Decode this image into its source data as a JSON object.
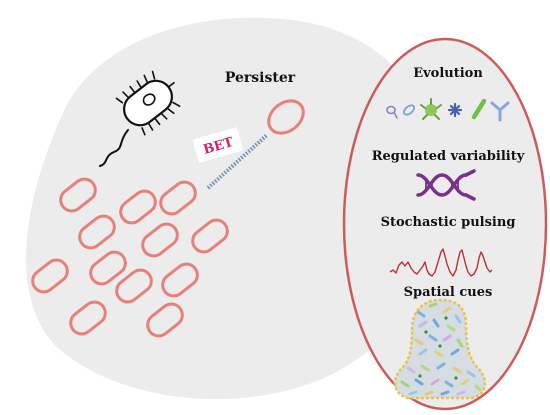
{
  "persister_label": "Persister",
  "bet_label": "BET",
  "panel": {
    "evolution_label": "Evolution",
    "regulated_label": "Regulated variability",
    "stochastic_label": "Stochastic pulsing",
    "spatial_label": "Spatial cues"
  },
  "colors": {
    "background_blob": "#ececec",
    "cell_outline": "#e8807a",
    "panel_outline": "#cc5b5b",
    "bet_text": "#d81b6c",
    "dna": "#7a2f8c",
    "pulse_line": "#b8342d",
    "biofilm_fill": "#cfd8de"
  }
}
